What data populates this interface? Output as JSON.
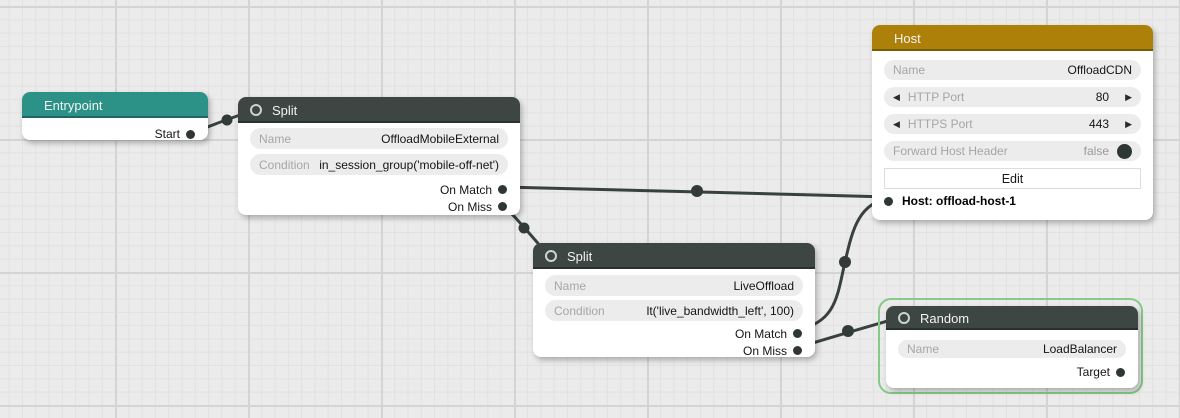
{
  "colors": {
    "entrypoint_header": "#2C9287",
    "split_header": "#3D4643",
    "host_header": "#AC8009",
    "selection_outline": "#85CA88",
    "wire": "#39413E",
    "port": "#2E3734"
  },
  "icons": {
    "stepper_left": "◀",
    "stepper_right": "▶",
    "node_input_ring": "○",
    "port_dot": "●"
  },
  "nodes": {
    "entrypoint": {
      "title": "Entrypoint",
      "outputs": [
        {
          "label": "Start"
        }
      ]
    },
    "split1": {
      "title": "Split",
      "fields": [
        {
          "label": "Name",
          "value": "OffloadMobileExternal"
        },
        {
          "label": "Condition",
          "value": "in_session_group('mobile-off-net')"
        }
      ],
      "outputs": [
        {
          "label": "On Match"
        },
        {
          "label": "On Miss"
        }
      ]
    },
    "split2": {
      "title": "Split",
      "fields": [
        {
          "label": "Name",
          "value": "LiveOffload"
        },
        {
          "label": "Condition",
          "value": "lt('live_bandwidth_left', 100)"
        }
      ],
      "outputs": [
        {
          "label": "On Match"
        },
        {
          "label": "On Miss"
        }
      ]
    },
    "host": {
      "title": "Host",
      "name_field": {
        "label": "Name",
        "value": "OffloadCDN"
      },
      "steppers": [
        {
          "label": "HTTP Port",
          "value": "80"
        },
        {
          "label": "HTTPS Port",
          "value": "443"
        }
      ],
      "toggle": {
        "label": "Forward Host Header",
        "value": "false"
      },
      "edit_label": "Edit",
      "host_ref": {
        "label": "Host: offload-host-1"
      }
    },
    "random": {
      "title": "Random",
      "fields": [
        {
          "label": "Name",
          "value": "LoadBalancer"
        }
      ],
      "outputs": [
        {
          "label": "Target"
        }
      ]
    }
  }
}
